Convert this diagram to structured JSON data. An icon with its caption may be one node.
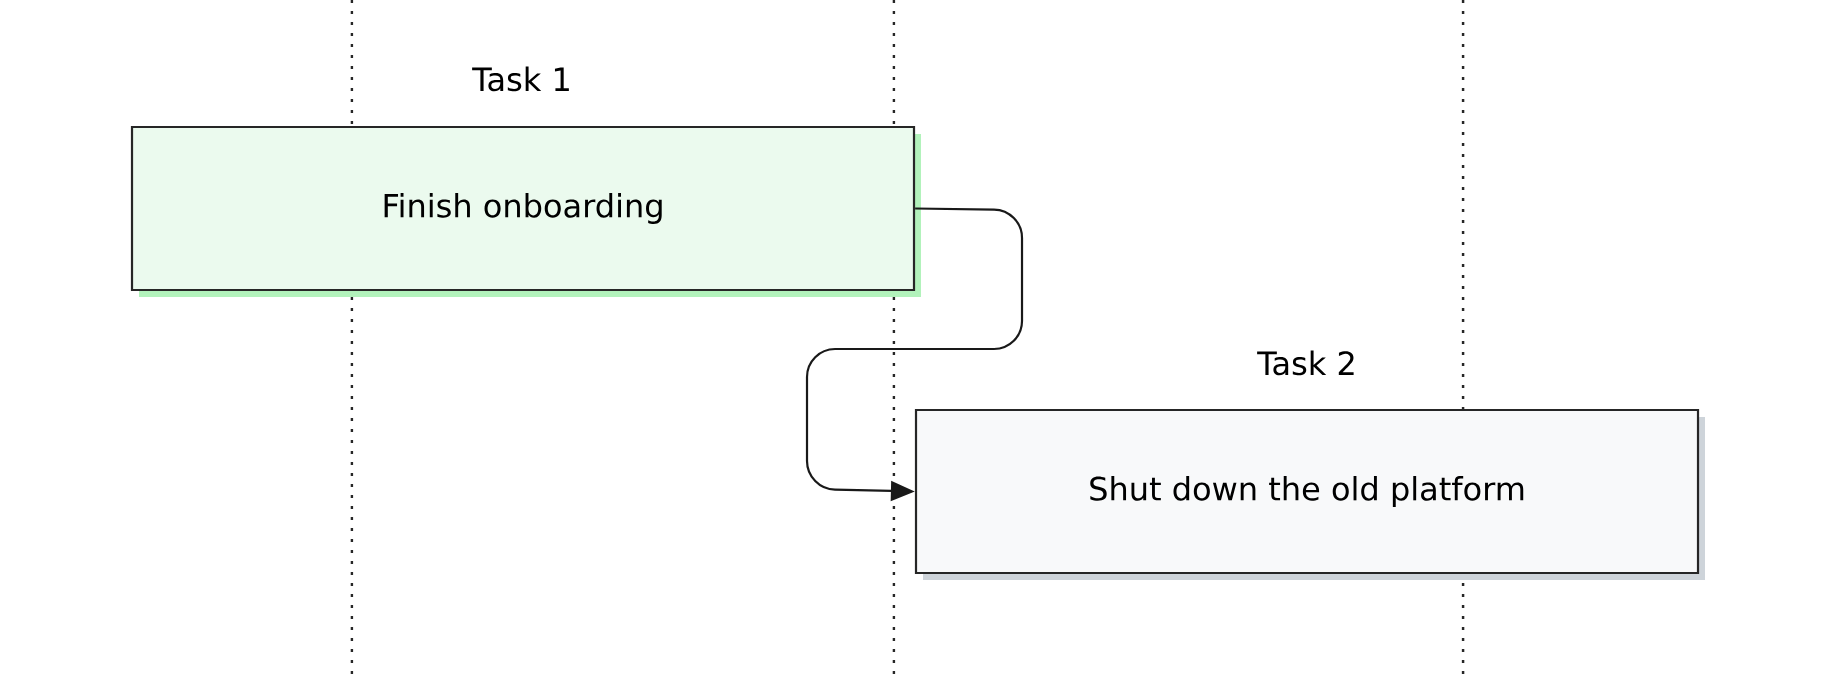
{
  "diagram": {
    "nodes": [
      {
        "text": [
          "Task 1",
          "Finish onboarding"
        ]
      },
      {
        "text": [
          "Task 2",
          "Shut down the old platform"
        ]
      }
    ],
    "edges": [
      {
        "from": 0,
        "to": 1,
        "arrow": "to"
      }
    ]
  }
}
